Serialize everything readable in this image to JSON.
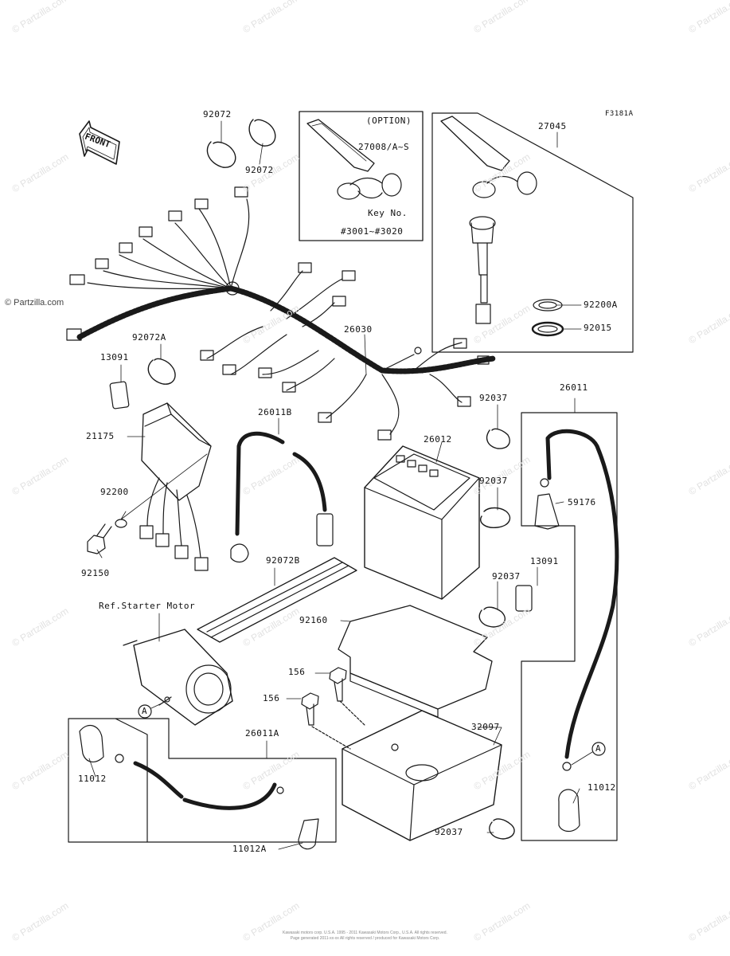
{
  "diagram_code": "F3181A",
  "front_label": "FRONT",
  "copyright": "© Partzilla.com",
  "watermark_text": "© Partzilla.com",
  "option_box": {
    "title": "(OPTION)",
    "part": "27008/A~S",
    "key_label": "Key No.",
    "key_range": "#3001~#3020"
  },
  "parts": {
    "p92072_a": "92072",
    "p92072_b": "92072",
    "p27045": "27045",
    "p92200A": "92200A",
    "p92015": "92015",
    "p92072A": "92072A",
    "p13091_a": "13091",
    "p26030": "26030",
    "p21175": "21175",
    "p26011B": "26011B",
    "p92200": "92200",
    "p92150": "92150",
    "p26012": "26012",
    "p92037_a": "92037",
    "p92037_b": "92037",
    "p92037_c": "92037",
    "p92037_d": "92037",
    "p26011": "26011",
    "p59176": "59176",
    "p13091_b": "13091",
    "p92072B": "92072B",
    "ref_starter": "Ref.Starter Motor",
    "p92160": "92160",
    "p156_a": "156",
    "p156_b": "156",
    "p32097": "32097",
    "p26011A": "26011A",
    "p11012_a": "11012",
    "p11012_b": "11012",
    "p11012A": "11012A",
    "marker_a1": "A",
    "marker_a2": "A"
  },
  "footer_lines": [
    "Kawasaki motors corp. U.S.A. 1995 - 2011 Kawasaki Motors Corp., U.S.A. All rights reserved.",
    "Page generated 2011-xx-xx    All rights reserved / produced for Kawasaki Motors Corp."
  ],
  "colors": {
    "line": "#1a1a1a",
    "watermark": "#e2e2e2"
  }
}
